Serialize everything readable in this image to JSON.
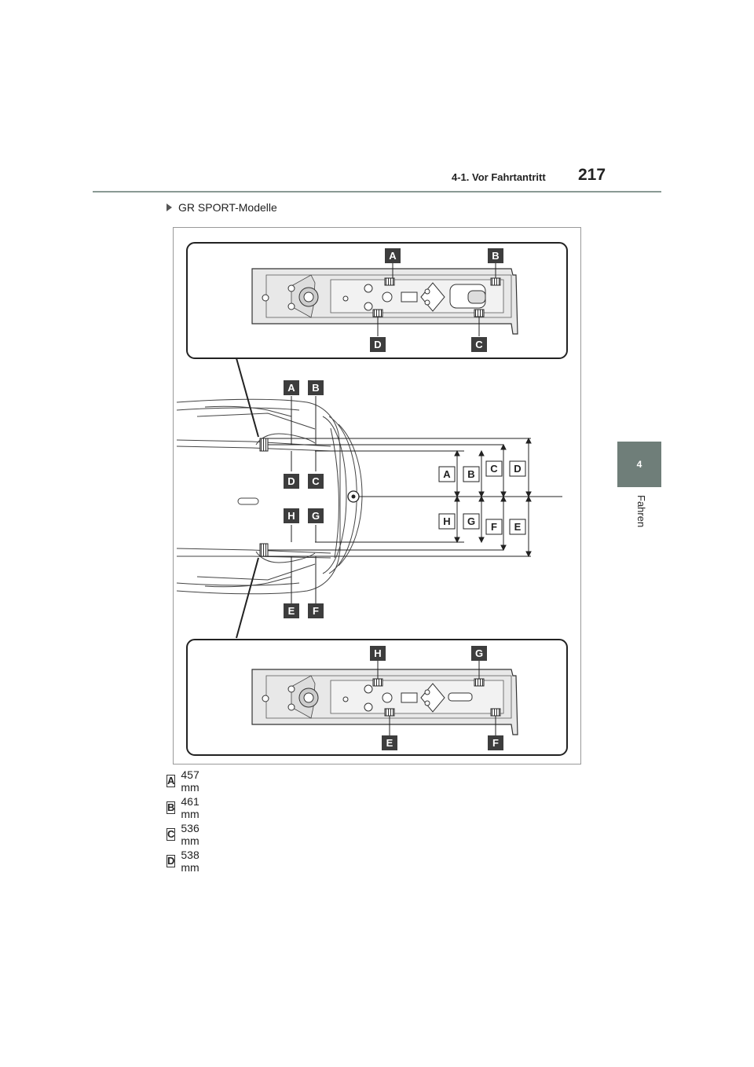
{
  "header": {
    "section_title": "4-1. Vor Fahrtantritt",
    "page_number": "217"
  },
  "chapter_tab": {
    "number": "4",
    "label": "Fahren"
  },
  "heading": "GR SPORT-Modelle",
  "figure": {
    "top_panel_labels": [
      "A",
      "B",
      "C",
      "D"
    ],
    "middle_labels": [
      "A",
      "B",
      "C",
      "D",
      "E",
      "F",
      "G",
      "H"
    ],
    "bottom_panel_labels": [
      "E",
      "F",
      "G",
      "H"
    ]
  },
  "legend": [
    {
      "letter": "A",
      "value": "457 mm"
    },
    {
      "letter": "B",
      "value": "461 mm"
    },
    {
      "letter": "C",
      "value": "536 mm"
    },
    {
      "letter": "D",
      "value": "538 mm"
    }
  ]
}
